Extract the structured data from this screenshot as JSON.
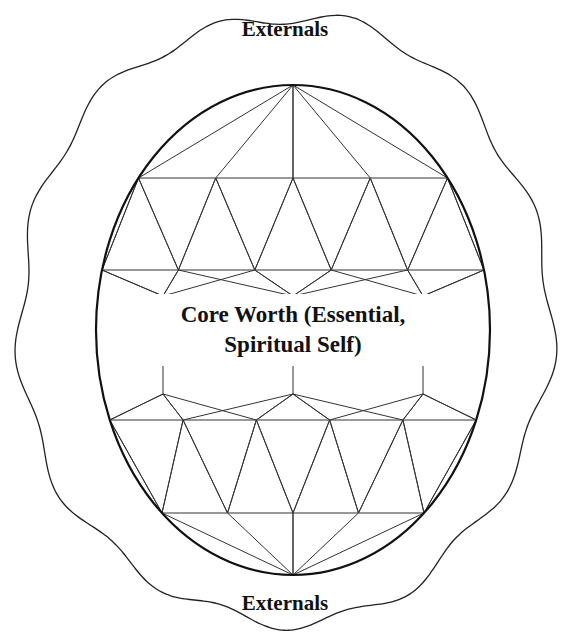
{
  "diagram": {
    "nodes": [
      {
        "text": [
          "Externals",
          "Externals"
        ]
      },
      {
        "text": [
          "Core Worth (Essential, Spiritual Self)"
        ],
        "in": 0
      }
    ]
  }
}
